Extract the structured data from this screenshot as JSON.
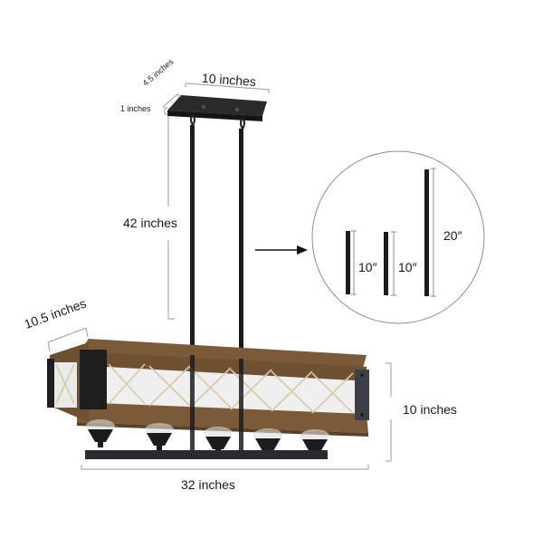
{
  "diagram": {
    "type": "product-dimension-diagram",
    "subject": "rectangular wooden 5-light chandelier",
    "colors": {
      "background": "#ffffff",
      "metal": "#1f1f22",
      "wood": "#7a5a38",
      "wood_dark": "#5c4128",
      "rope": "#d8c9a8",
      "glass": "#f2f2f2",
      "dimension_line": "#9a9a9a",
      "text": "#1a1a1a"
    },
    "canopy": {
      "width_label": "10 inches",
      "depth_label": "4.5 inches",
      "height_label": "1 inches"
    },
    "drop": {
      "label": "42 inches"
    },
    "body": {
      "depth_label": "10.5 inches",
      "height_label": "10 inches",
      "length_label": "32 inches",
      "light_count": 5
    },
    "detail_callout": {
      "arrow": "right-arrow",
      "rods": [
        {
          "label": "10″",
          "length": 10
        },
        {
          "label": "10″",
          "length": 10
        },
        {
          "label": "20″",
          "length": 20
        }
      ]
    }
  }
}
